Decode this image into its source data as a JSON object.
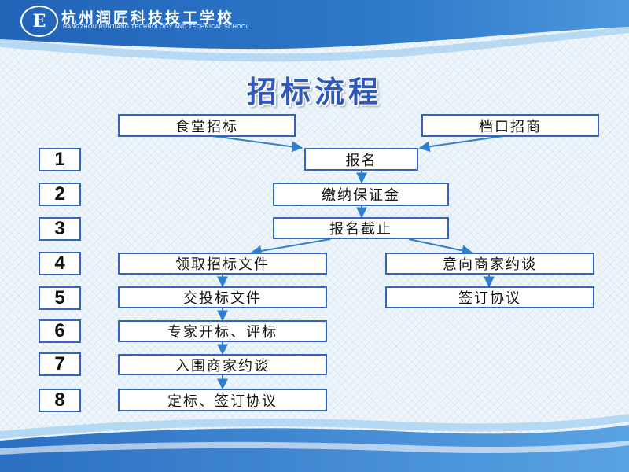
{
  "header": {
    "school_name_cn": "杭州润匠科技技工学校",
    "school_name_en": "HANGZHOU RUNJIANG TECHNOLOGY AND TECHNICAL SCHOOL",
    "logo_glyph": "E"
  },
  "title": "招标流程",
  "sources": {
    "left": "食堂招标",
    "right": "档口招商"
  },
  "steps": {
    "numbers": [
      "1",
      "2",
      "3",
      "4",
      "5",
      "6",
      "7",
      "8"
    ],
    "main": {
      "s1": "报名",
      "s2": "缴纳保证金",
      "s3": "报名截止"
    },
    "left": {
      "s4": "领取招标文件",
      "s5": "交投标文件",
      "s6": "专家开标、评标",
      "s7": "入围商家约谈",
      "s8": "定标、签订协议"
    },
    "right": {
      "s4": "意向商家约谈",
      "s5": "签订协议"
    }
  },
  "colors": {
    "banner": "#1f5fb4",
    "border": "#3065c0",
    "arrow": "#2e7fd0",
    "title": "#2f58b9"
  }
}
